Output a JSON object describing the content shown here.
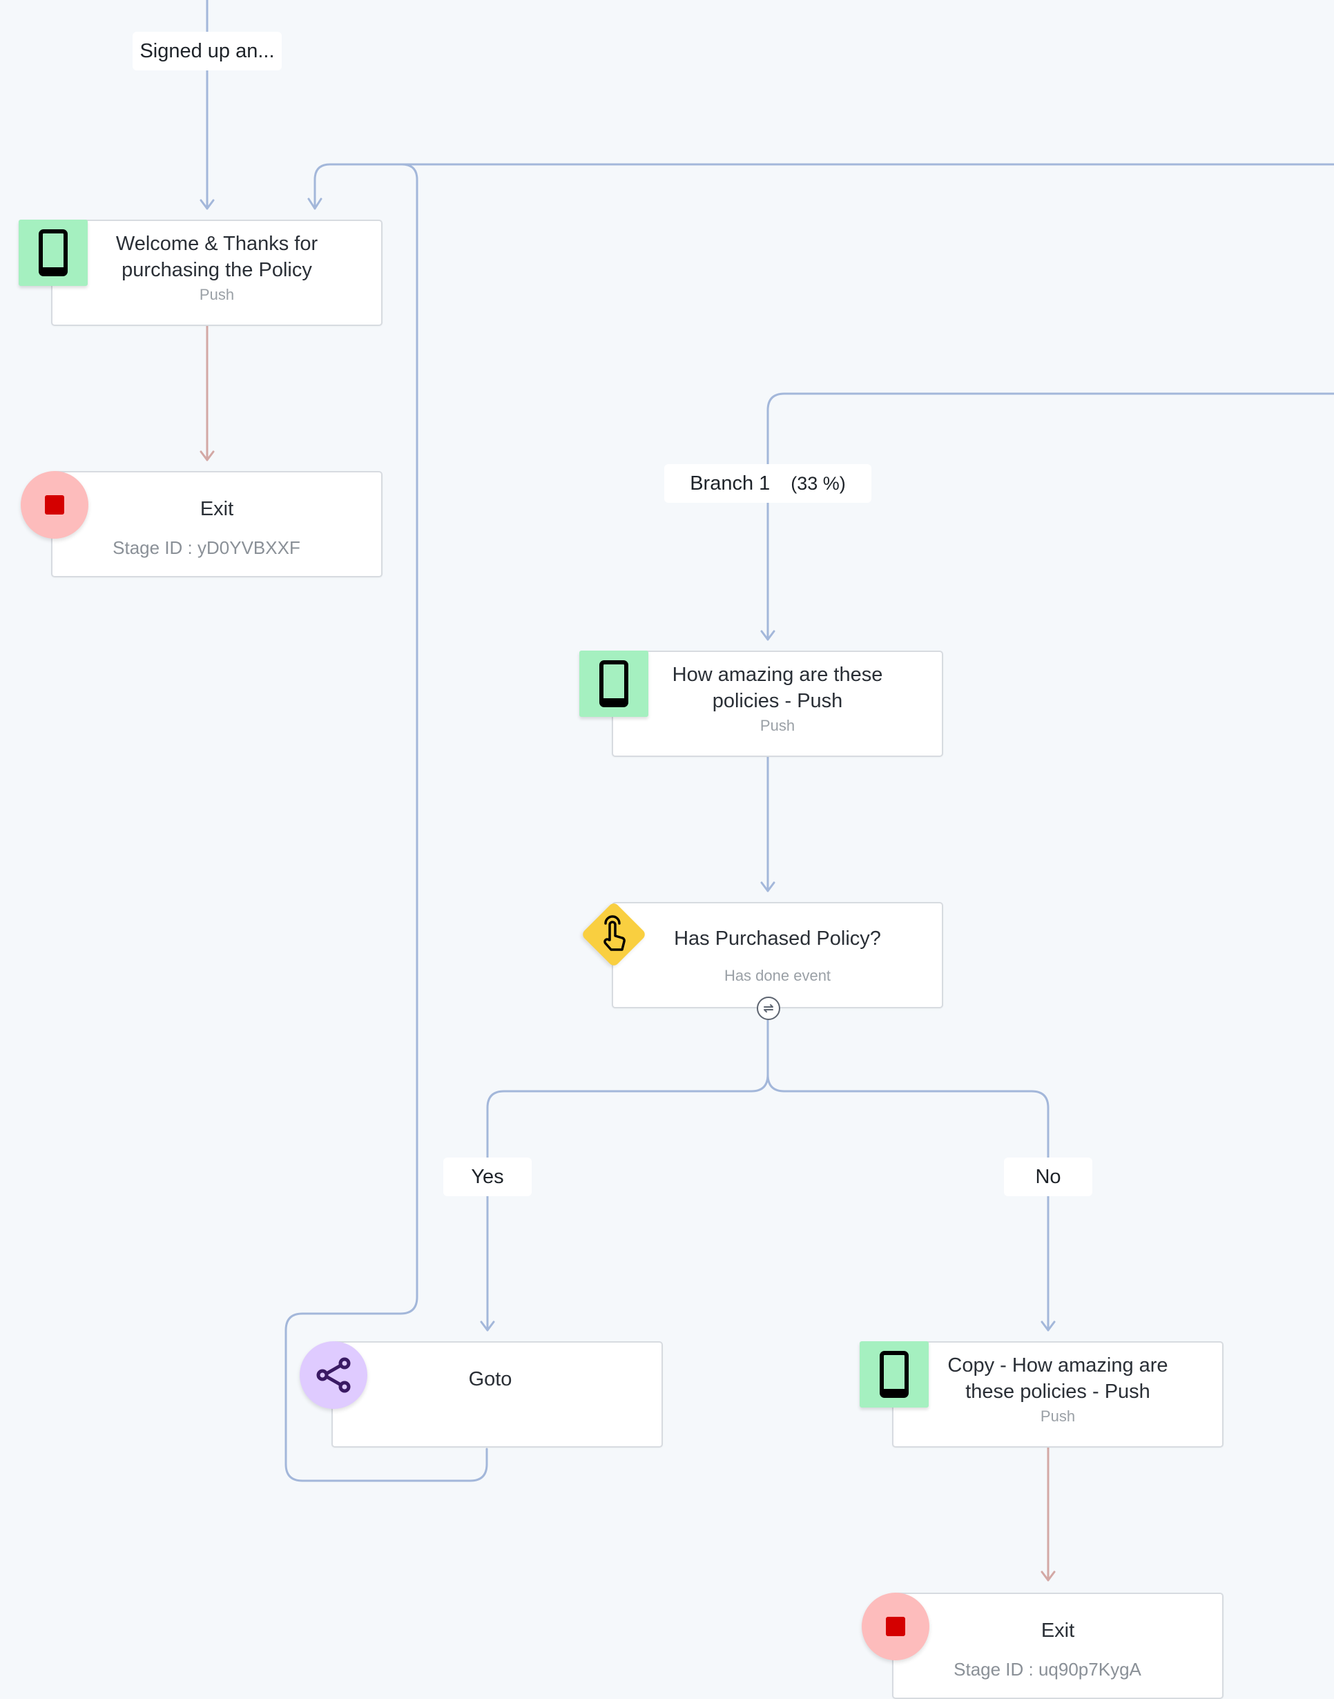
{
  "colors": {
    "background": "#f5f8fb",
    "connector": "#a3b7da",
    "exit_connector": "#d3a8a5",
    "push_badge": "#a5f0c0",
    "exit_badge": "#fdbcbc",
    "exit_stop": "#d40000",
    "goto_badge": "#dfcbff",
    "goto_icon": "#3a1a63",
    "condition_badge": "#f9cf40"
  },
  "edges": {
    "entry_label": "Signed up an...",
    "branch_label": "Branch 1",
    "branch_percent": "(33 %)",
    "yes_label": "Yes",
    "no_label": "No"
  },
  "nodes": {
    "welcome": {
      "title_line1": "Welcome & Thanks for",
      "title_line2": "purchasing the Policy",
      "type": "Push",
      "icon": "mobile-phone-icon"
    },
    "exit_top": {
      "title": "Exit",
      "stage": "Stage ID : yD0YVBXXF",
      "icon": "stop-icon"
    },
    "amazing": {
      "title_line1": "How amazing are these",
      "title_line2": "policies - Push",
      "type": "Push",
      "icon": "mobile-phone-icon"
    },
    "condition": {
      "title": "Has Purchased Policy?",
      "subtitle": "Has done event",
      "icon": "pointer-hand-icon"
    },
    "goto": {
      "title": "Goto",
      "icon": "share-icon"
    },
    "copy": {
      "title_line1": "Copy - How amazing are",
      "title_line2": "these policies - Push",
      "type": "Push",
      "icon": "mobile-phone-icon"
    },
    "exit_bottom": {
      "title": "Exit",
      "stage": "Stage ID : uq90p7KygA",
      "icon": "stop-icon"
    }
  }
}
